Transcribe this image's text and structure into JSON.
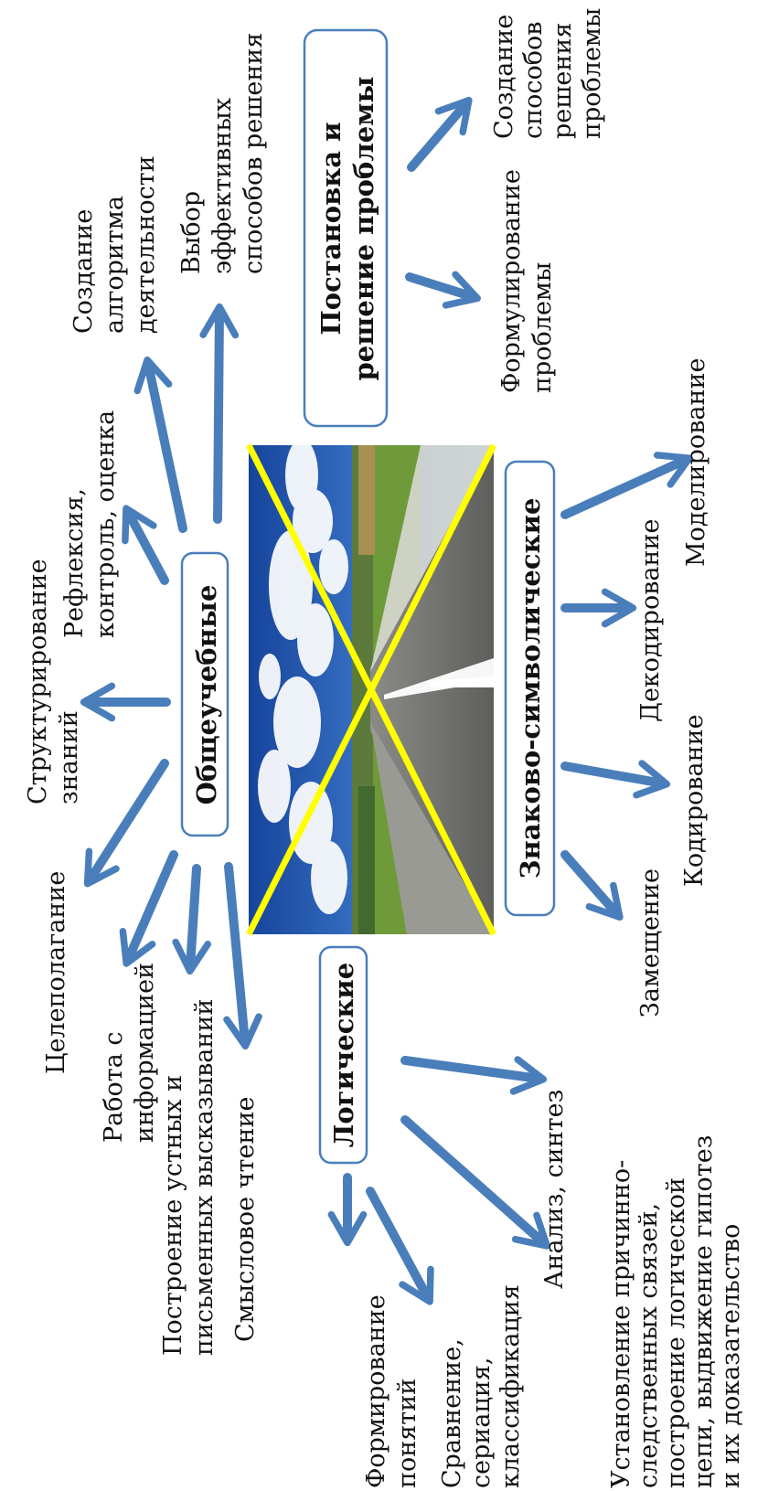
{
  "hubs": {
    "general": "Общеучебные",
    "problem": [
      "Постановка и",
      "решение проблемы"
    ],
    "logical": "Логические",
    "sign": "Знаково-символические"
  },
  "general_items": {
    "structuring": [
      "Структурирование",
      "знаний"
    ],
    "goal": [
      "Целеполагание"
    ],
    "info": [
      "Работа с",
      "информацией"
    ],
    "speech": [
      "Построение устных и",
      "письменных высказываний"
    ],
    "reading": [
      "Смысловое чтение"
    ],
    "reflection": [
      "Рефлексия,",
      "контроль, оценка"
    ],
    "algorithm": [
      "Создание",
      "алгоритма",
      "деятельности"
    ],
    "choice": [
      "Выбор",
      "эффективных",
      "способов решения"
    ]
  },
  "problem_items": {
    "create": [
      "Создание",
      "способов",
      "решения",
      "проблемы"
    ],
    "formulate": [
      "Формулирование",
      "проблемы"
    ]
  },
  "sign_items": {
    "modeling": [
      "Моделирование"
    ],
    "decoding": [
      "Декодирование"
    ],
    "coding": [
      "Кодирование"
    ],
    "substitution": [
      "Замещение"
    ]
  },
  "logical_items": {
    "analysis": [
      "Анализ, синтез"
    ],
    "concepts": [
      "Формирование",
      "понятий"
    ],
    "comparison": [
      "Сравнение,",
      "сериация,",
      "классификация"
    ],
    "causal": [
      "Установление причинно-",
      "следственных связей,",
      "построение логической",
      "цепи, выдвижение гипотез",
      "и их доказательство"
    ]
  },
  "colors": {
    "arrow": "#4a7ebb",
    "box_border": "#4a7ebb",
    "cross": "#ffff00",
    "sky_top": "#1e4fa8",
    "grass": "#5c8a2e",
    "road": "#777777"
  }
}
